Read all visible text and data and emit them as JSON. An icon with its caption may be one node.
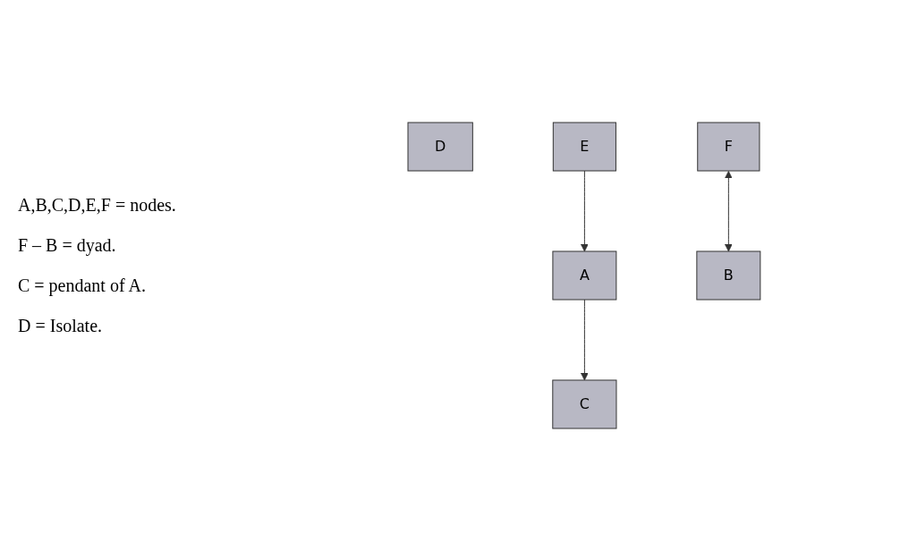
{
  "diagram": {
    "nodes": [
      {
        "text": [
          "D"
        ]
      },
      {
        "text": [
          "C"
        ]
      },
      {
        "text": [
          "F"
        ]
      },
      {
        "text": [
          "A"
        ]
      },
      {
        "text": [
          "B"
        ]
      },
      {
        "text": [
          "E"
        ]
      }
    ],
    "edges": [
      {
        "from": 2,
        "to": 4,
        "arrow": "both"
      },
      {
        "from": 3,
        "to": 1,
        "arrow": "to"
      },
      {
        "from": 5,
        "to": 3,
        "arrow": "to"
      }
    ],
    "labels": [
      "A,B,C,D,E,F = nodes.",
      "F – B = dyad.",
      "C = pendant of A.",
      "D = Isolate."
    ]
  }
}
